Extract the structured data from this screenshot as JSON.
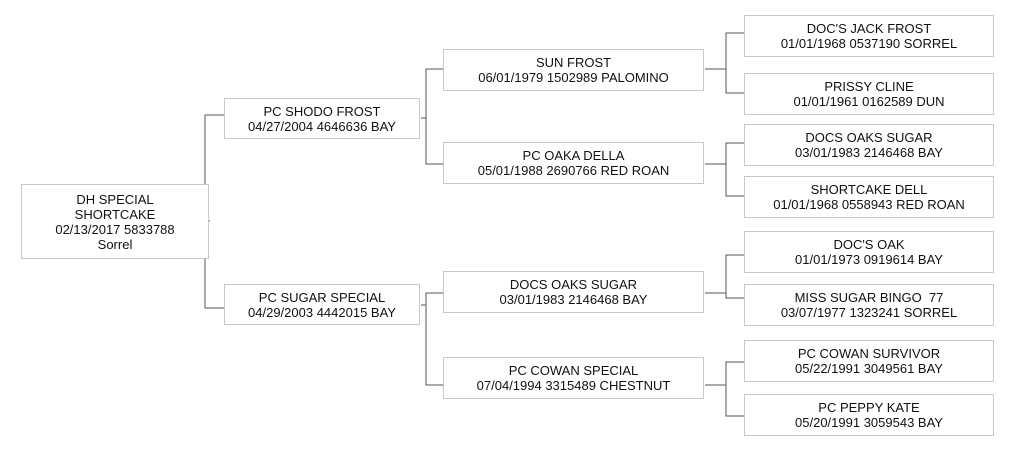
{
  "pedigree": {
    "subject": {
      "lines": [
        "DH SPECIAL",
        "SHORTCAKE",
        "02/13/2017 5833788",
        "Sorrel"
      ]
    },
    "sire": {
      "name": "PC SHODO FROST",
      "detail": "04/27/2004 4646636 BAY"
    },
    "dam": {
      "name": "PC SUGAR SPECIAL",
      "detail": "04/29/2003 4442015 BAY"
    },
    "sire_sire": {
      "name": "SUN FROST",
      "detail": "06/01/1979 1502989 PALOMINO"
    },
    "sire_dam": {
      "name": "PC OAKA DELLA",
      "detail": "05/01/1988 2690766 RED ROAN"
    },
    "dam_sire": {
      "name": "DOCS OAKS SUGAR",
      "detail": "03/01/1983 2146468 BAY"
    },
    "dam_dam": {
      "name": "PC COWAN SPECIAL",
      "detail": "07/04/1994 3315489 CHESTNUT"
    },
    "ss_sire": {
      "name": "DOC'S JACK FROST",
      "detail": "01/01/1968 0537190 SORREL"
    },
    "ss_dam": {
      "name": "PRISSY CLINE",
      "detail": "01/01/1961 0162589 DUN"
    },
    "sd_sire": {
      "name": "DOCS OAKS SUGAR",
      "detail": "03/01/1983 2146468 BAY"
    },
    "sd_dam": {
      "name": "SHORTCAKE DELL",
      "detail": "01/01/1968 0558943 RED ROAN"
    },
    "ds_sire": {
      "name": "DOC'S OAK",
      "detail": "01/01/1973 0919614 BAY"
    },
    "ds_dam": {
      "name": "MISS SUGAR BINGO  77",
      "detail": "03/07/1977 1323241 SORREL"
    },
    "dd_sire": {
      "name": "PC COWAN SURVIVOR",
      "detail": "05/22/1991 3049561 BAY"
    },
    "dd_dam": {
      "name": "PC PEPPY KATE",
      "detail": "05/20/1991 3059543 BAY"
    }
  },
  "colors": {
    "box_border": "#c8c8c8",
    "connector": "#555555",
    "text": "#111111",
    "background": "#ffffff"
  }
}
